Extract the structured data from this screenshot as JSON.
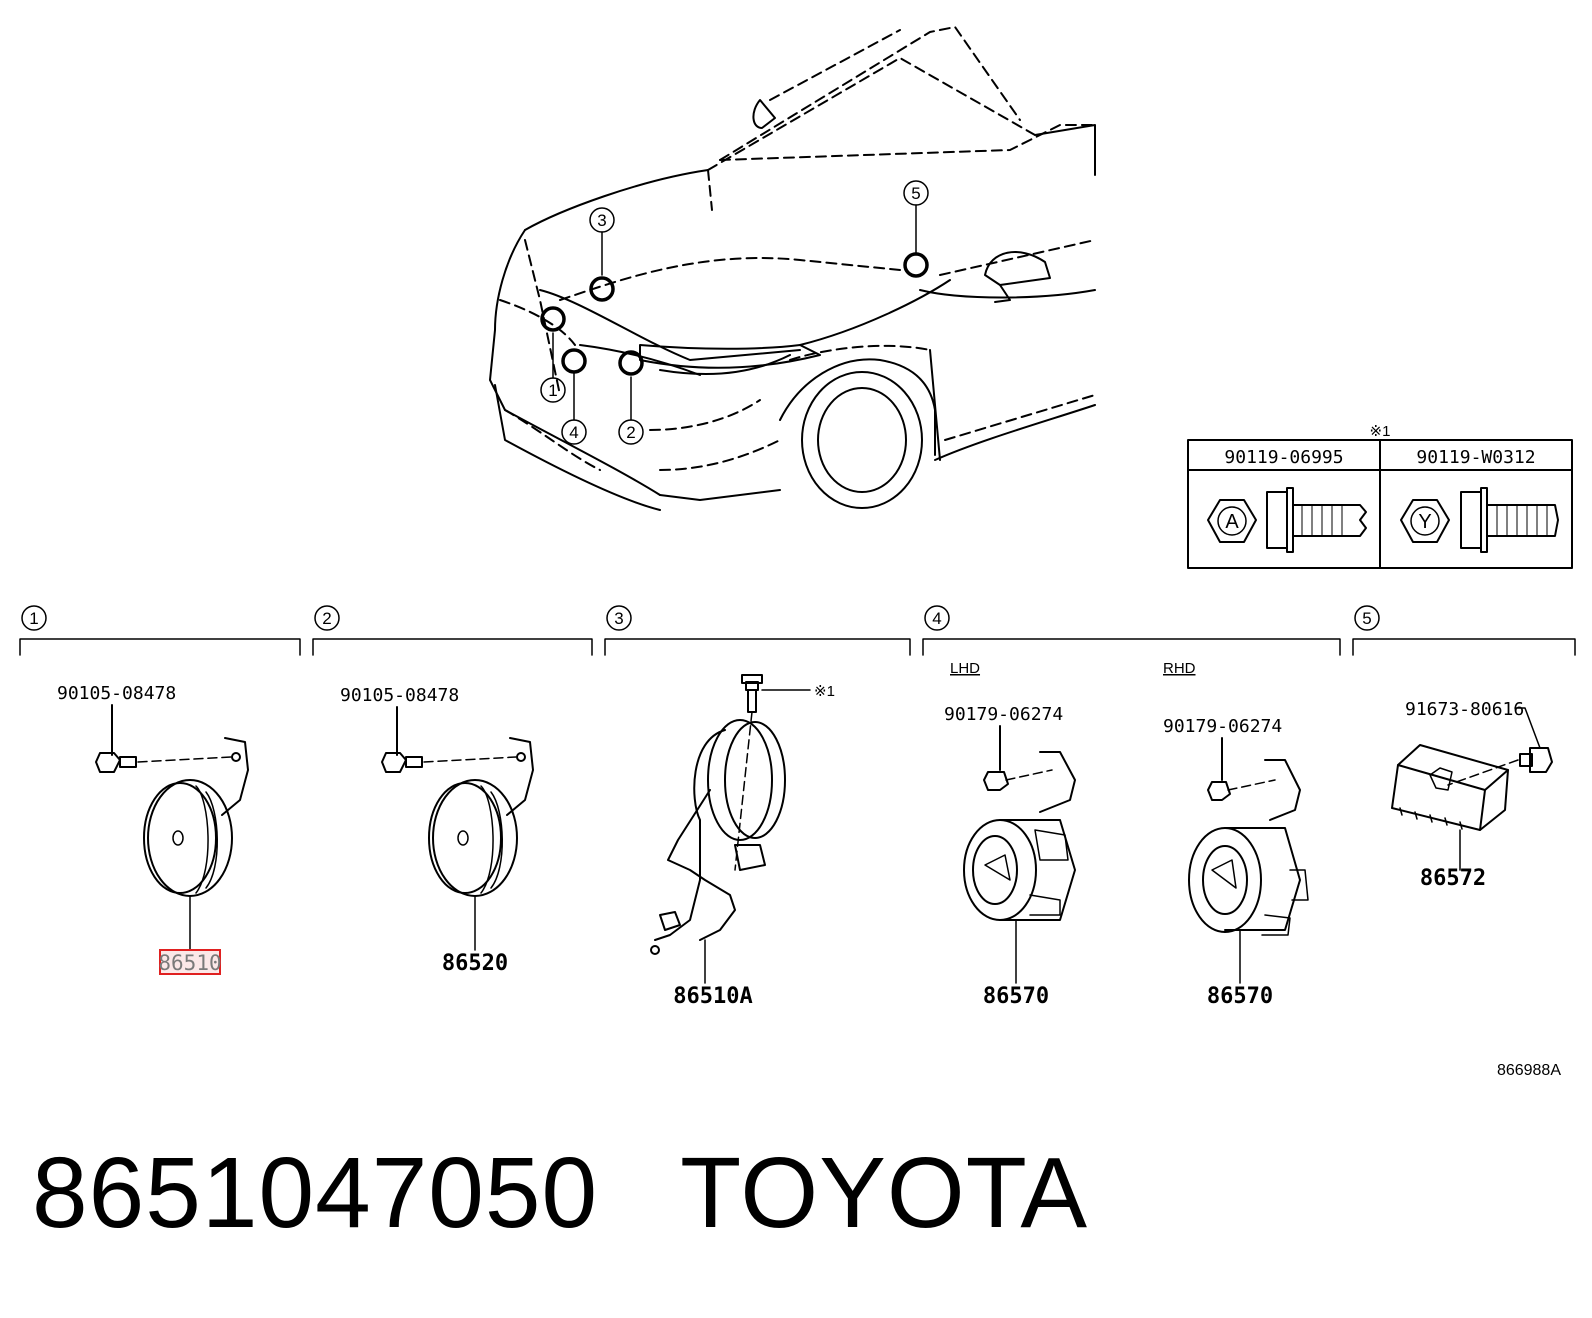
{
  "callouts": {
    "c1": "1",
    "c2": "2",
    "c3": "3",
    "c4": "4",
    "c5": "5"
  },
  "bolt_table": {
    "note_mark": "※1",
    "col1_part": "90119-06995",
    "col1_letter": "A",
    "col2_part": "90119-W0312",
    "col2_letter": "Y"
  },
  "sections": {
    "s1": {
      "number": "1",
      "bolt": "90105-08478",
      "part": "86510"
    },
    "s2": {
      "number": "2",
      "bolt": "90105-08478",
      "part": "86520"
    },
    "s3": {
      "number": "3",
      "bolt_note": "※1",
      "part": "86510A"
    },
    "s4": {
      "number": "4",
      "lhd_label": "LHD",
      "lhd_bolt": "90179-06274",
      "lhd_part": "86570",
      "rhd_label": "RHD",
      "rhd_bolt": "90179-06274",
      "rhd_part": "86570"
    },
    "s5": {
      "number": "5",
      "bolt": "91673-80616",
      "part": "86572"
    }
  },
  "diagram_code": "866988A",
  "footer": {
    "part_number": "8651047050",
    "brand": "TOYOTA"
  },
  "colors": {
    "highlight": "#e02020",
    "line": "#000000"
  }
}
